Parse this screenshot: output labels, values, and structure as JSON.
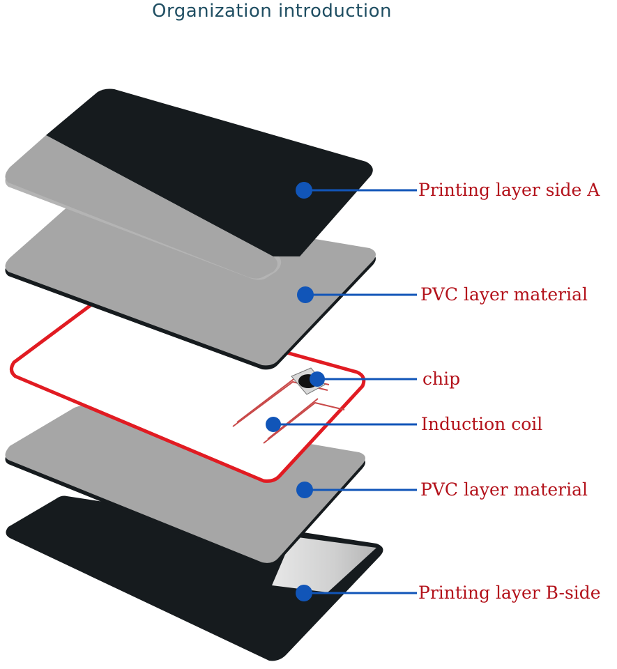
{
  "header": {
    "title": "Organization introduction"
  },
  "colors": {
    "title": "#1f4e62",
    "label_text": "#b3121b",
    "leader_line": "#1155b8",
    "card_black": "#161b1e",
    "card_gray": "#a6a6a6",
    "coil_red": "#e11b22"
  },
  "layers": [
    {
      "id": "printing-layer-a",
      "label": "Printing layer side A"
    },
    {
      "id": "pvc-layer-top",
      "label": "PVC layer material"
    },
    {
      "id": "chip",
      "label": "chip"
    },
    {
      "id": "induction-coil",
      "label": "Induction coil"
    },
    {
      "id": "pvc-layer-bottom",
      "label": "PVC layer material"
    },
    {
      "id": "printing-layer-b",
      "label": "Printing layer B-side"
    }
  ]
}
